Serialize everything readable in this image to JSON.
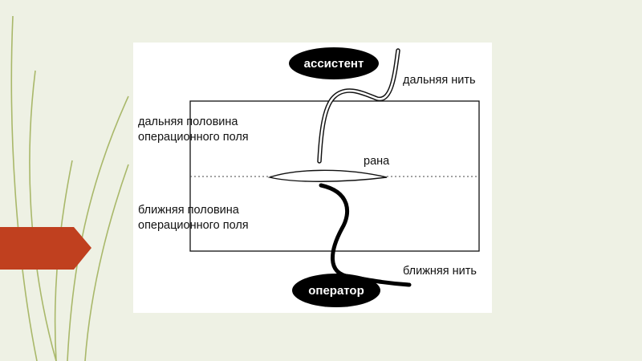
{
  "diagram": {
    "roles": {
      "assistant": "ассистент",
      "operator": "оператор"
    },
    "threads": {
      "far": "дальняя нить",
      "near": "ближняя нить"
    },
    "field": {
      "far_half_line1": "дальняя половина",
      "far_half_line2": "операционного поля",
      "near_half_line1": "ближняя половина",
      "near_half_line2": "операционного поля"
    },
    "wound": "рана"
  },
  "colors": {
    "slide_background": "#eef1e4",
    "accent_arrow": "#c0401f",
    "decorative_lines": "#a9b86a",
    "figure_background": "#ffffff",
    "ink": "#000000"
  }
}
